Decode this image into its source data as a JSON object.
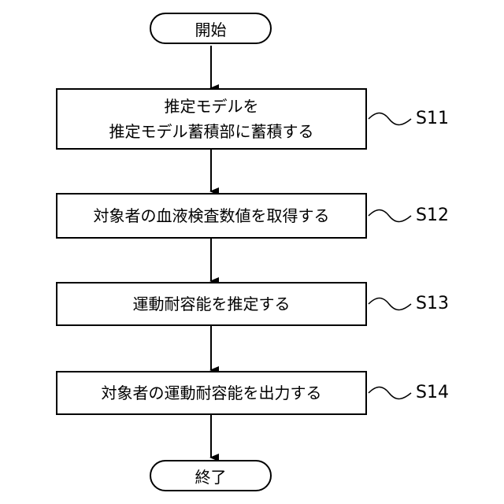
{
  "flowchart": {
    "start": {
      "label": "開始"
    },
    "end": {
      "label": "終了"
    },
    "steps": [
      {
        "id": "S11",
        "lines": [
          "推定モデルを",
          "推定モデル蓄積部に蓄積する"
        ]
      },
      {
        "id": "S12",
        "lines": [
          "対象者の血液検査数値を取得する"
        ]
      },
      {
        "id": "S13",
        "lines": [
          "運動耐容能を推定する"
        ]
      },
      {
        "id": "S14",
        "lines": [
          "対象者の運動耐容能を出力する"
        ]
      }
    ]
  }
}
